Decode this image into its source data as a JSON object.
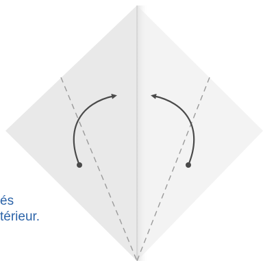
{
  "caption": {
    "line1": "és",
    "line2": "térieur."
  },
  "colors": {
    "paper_left": "#e9e9e9",
    "paper_right": "#f3f3f3",
    "center_crease": "#d2d2d2",
    "fold_line": "#9a9a9a",
    "arrow": "#4a4a4a",
    "caption_text": "#2b63a8"
  },
  "icons": {
    "left_arrow": "curved-arrow-up-right",
    "right_arrow": "curved-arrow-up-left"
  }
}
